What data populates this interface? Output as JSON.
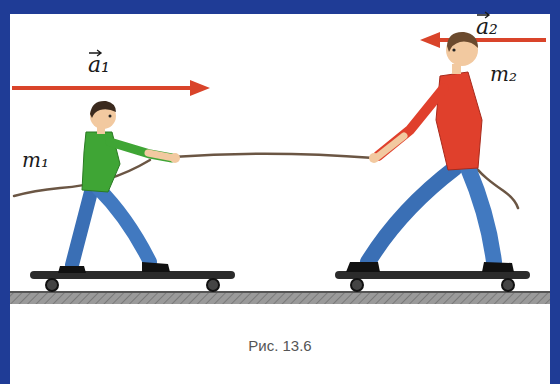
{
  "diagram": {
    "caption": "Рис. 13.6",
    "labels": [
      "a₁",
      "a₂",
      "m₁",
      "m₂"
    ]
  }
}
